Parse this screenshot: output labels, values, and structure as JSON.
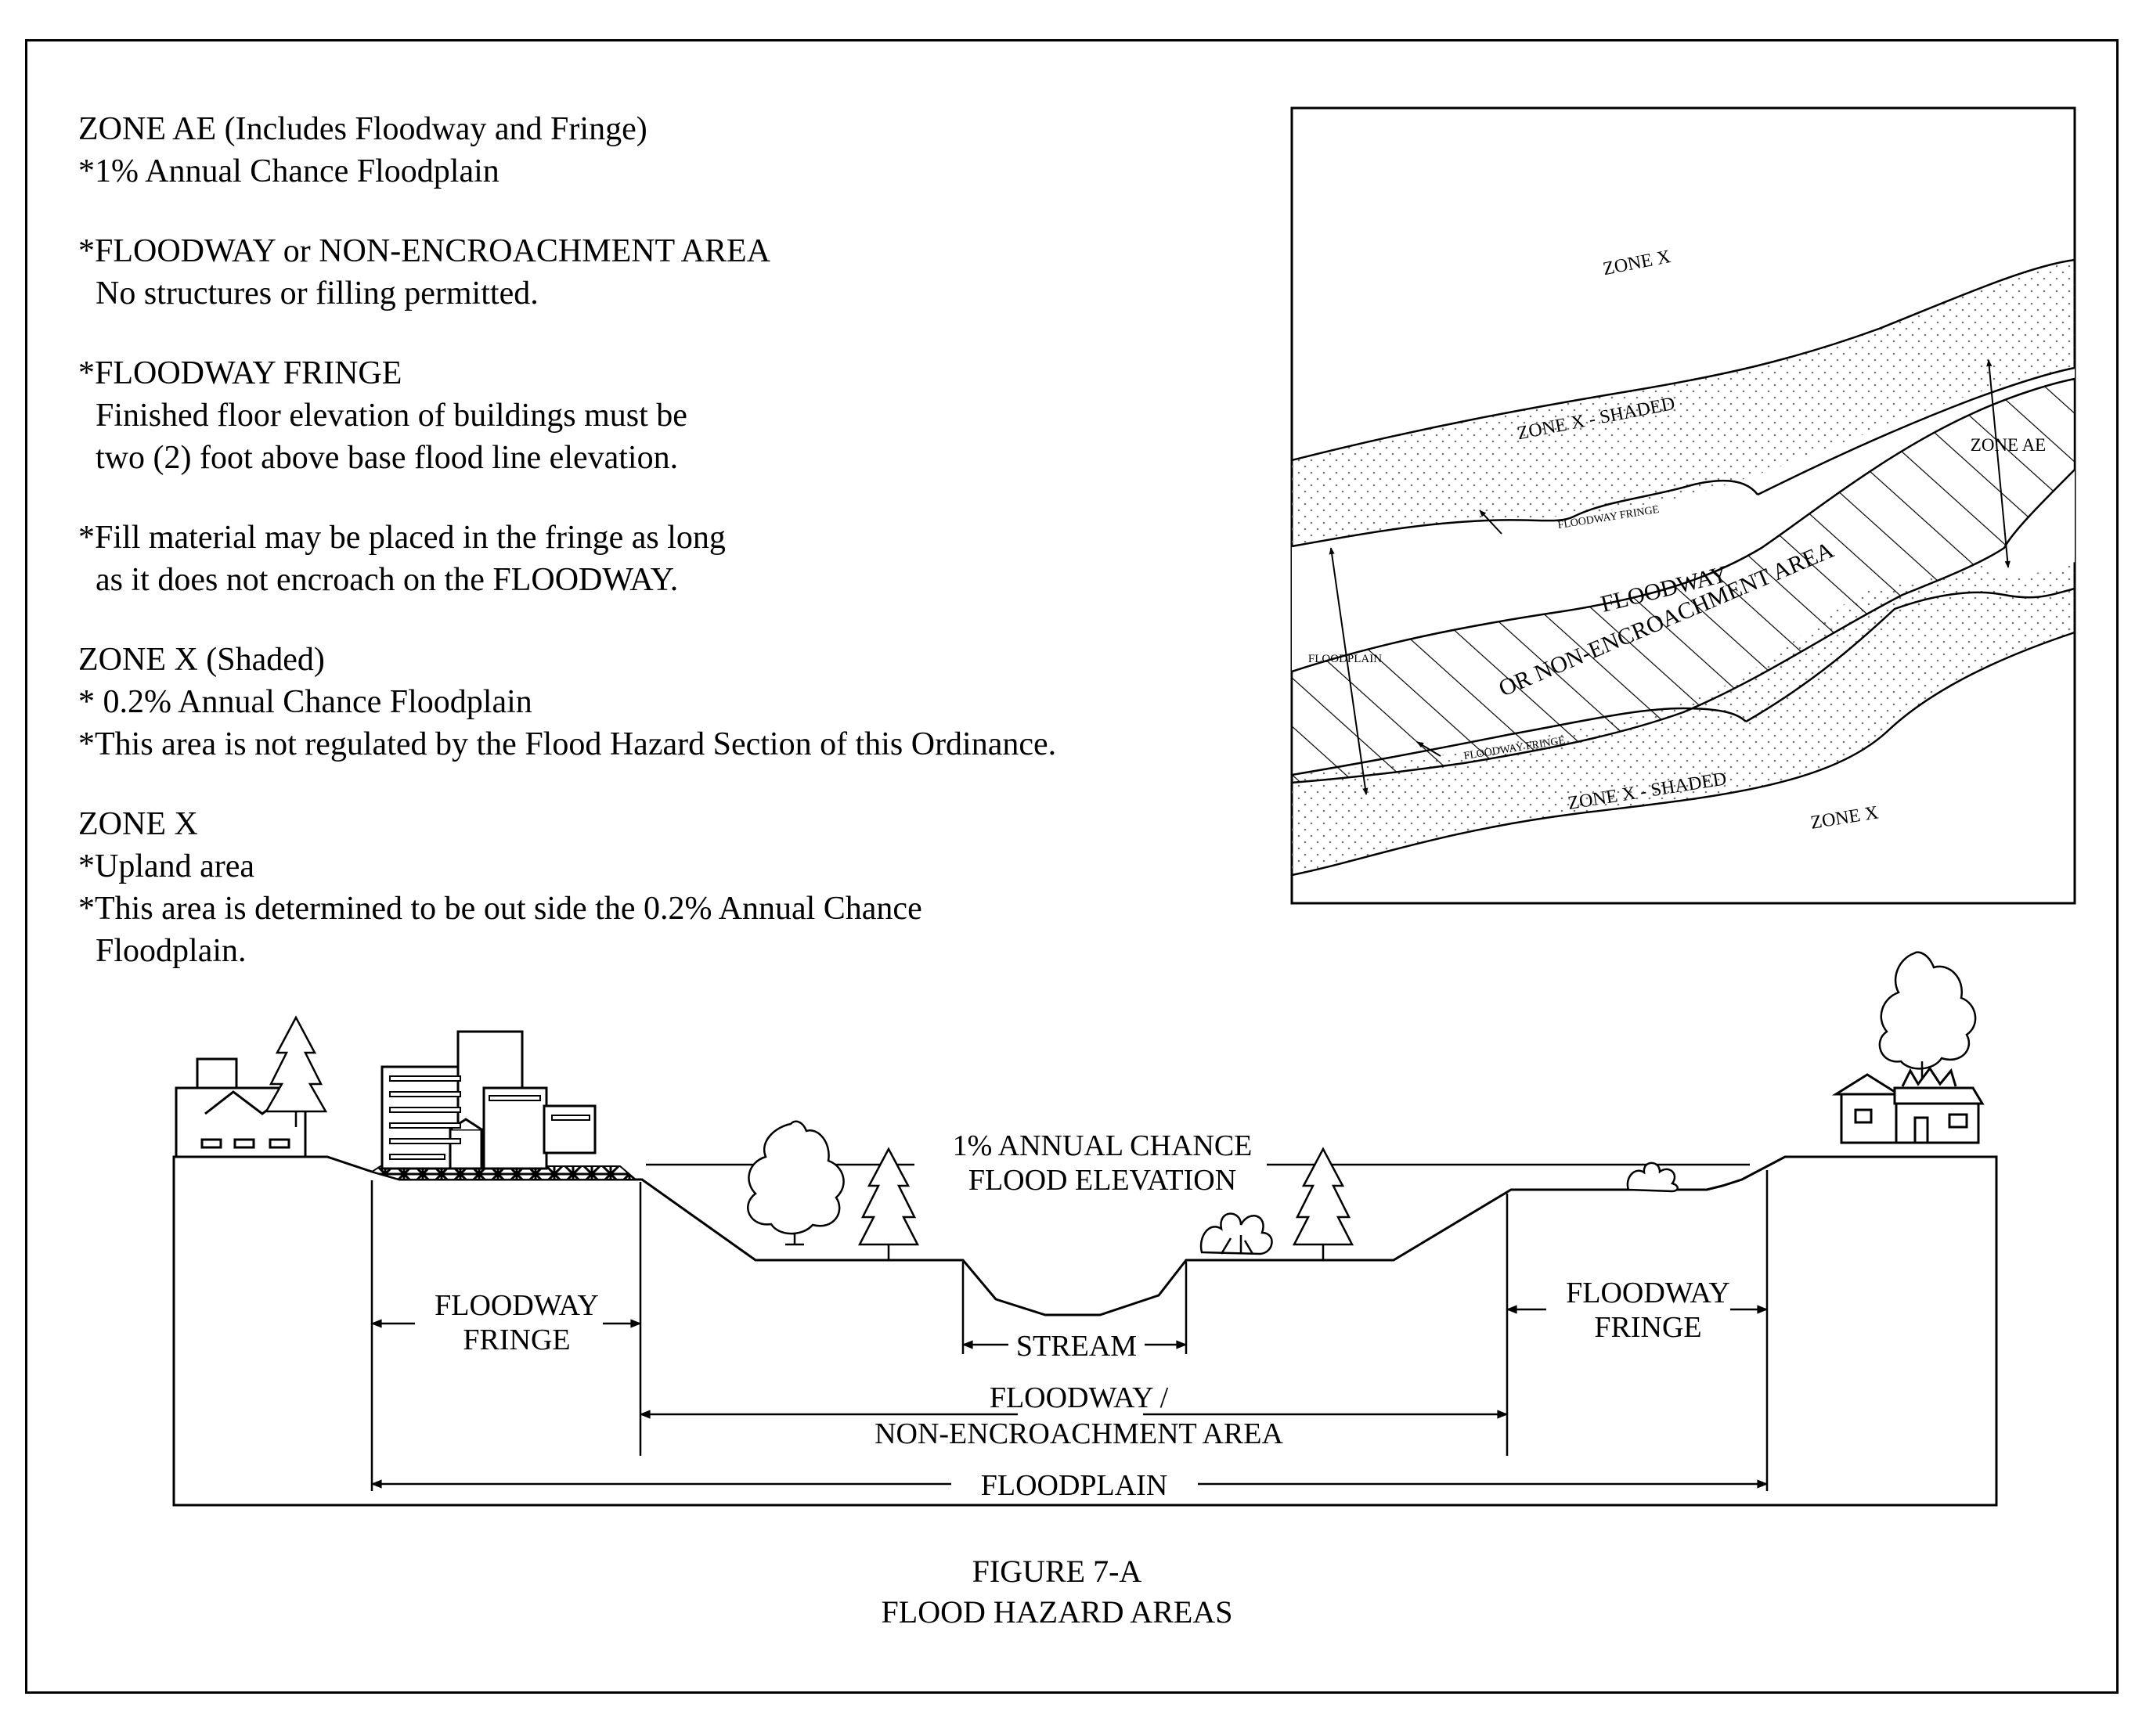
{
  "notes": {
    "zone_ae": {
      "title": "ZONE AE (Includes Floodway and Fringe)",
      "line1": "*1% Annual Chance Floodplain"
    },
    "floodway": {
      "title": "*FLOODWAY or NON-ENCROACHMENT AREA",
      "line1": "No structures or filling permitted."
    },
    "fringe": {
      "title": "*FLOODWAY FRINGE",
      "line1": "Finished floor elevation of buildings must be",
      "line2": "two (2) foot above base flood line elevation."
    },
    "fill": {
      "line1": "*Fill material may be placed in the fringe as long",
      "line2": "as it does not encroach on the FLOODWAY."
    },
    "zone_x_shaded": {
      "title": "ZONE X (Shaded)",
      "line1": "* 0.2% Annual Chance Floodplain",
      "line2": "*This area is not regulated by the Flood Hazard Section of this Ordinance."
    },
    "zone_x": {
      "title": "ZONE X",
      "line1": "*Upland area",
      "line2": "*This area is determined to be out side the 0.2% Annual Chance",
      "line3": "Floodplain."
    }
  },
  "plan": {
    "zone_x_top": "ZONE X",
    "zone_x_shaded_top": "ZONE X - SHADED",
    "zone_ae": "ZONE AE",
    "floodway_fringe_top": "FLOODWAY FRINGE",
    "floodway_line1": "FLOODWAY",
    "floodway_line2": "OR NON-ENCROACHMENT AREA",
    "floodplain": "FLOODPLAIN",
    "floodway_fringe_bottom": "FLOODWAY FRINGE",
    "zone_x_shaded_bottom": "ZONE X - SHADED",
    "zone_x_bottom": "ZONE X"
  },
  "section": {
    "flood_elev_line1": "1% ANNUAL CHANCE",
    "flood_elev_line2": "FLOOD ELEVATION",
    "fringe_left_line1": "FLOODWAY",
    "fringe_left_line2": "FRINGE",
    "fringe_right_line1": "FLOODWAY",
    "fringe_right_line2": "FRINGE",
    "stream": "STREAM",
    "floodway_line1": "FLOODWAY /",
    "floodway_line2": "NON-ENCROACHMENT AREA",
    "floodplain": "FLOODPLAIN"
  },
  "caption": {
    "line1": "FIGURE  7-A",
    "line2": "FLOOD HAZARD AREAS"
  }
}
